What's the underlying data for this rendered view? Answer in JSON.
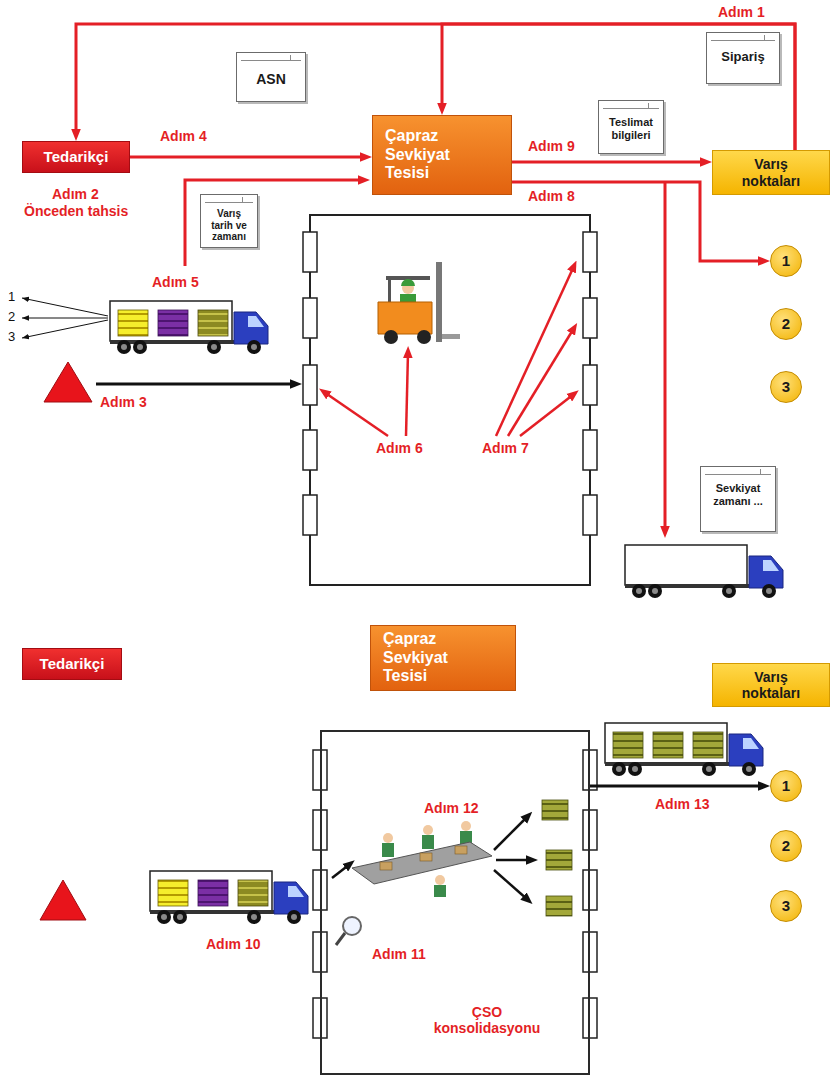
{
  "diagram": {
    "nodes": [
      {
        "text": [
          "Sipariş"
        ]
      },
      {
        "text": [
          "ASN"
        ]
      },
      {
        "text": [
          "Teslimat bilgileri"
        ]
      },
      {
        "text": [
          "Tedarikçi"
        ]
      },
      {
        "text": [
          "Çapraz Sevkiyat Tesisi"
        ]
      },
      {
        "text": [
          "Varış noktaları"
        ]
      },
      {
        "text": [
          "Varış tarih ve zamanı"
        ]
      },
      {
        "text": [
          "1"
        ]
      },
      {
        "text": [
          "2"
        ]
      },
      {
        "text": [
          "3"
        ]
      },
      {
        "text": [
          "Sevkiyat zamanı ..."
        ]
      },
      {
        "text": [
          "Tedarikçi"
        ]
      },
      {
        "text": [
          "Çapraz Sevkiyat Tesisi"
        ]
      },
      {
        "text": [
          "Varış noktaları"
        ]
      },
      {
        "text": [
          "ÇSO konsolidasyonu"
        ]
      },
      {
        "text": [
          "1"
        ]
      },
      {
        "text": [
          "2"
        ]
      },
      {
        "text": [
          "3"
        ]
      }
    ],
    "edges": [
      {
        "from": 5,
        "to": 3,
        "label": "Adım 1",
        "arrow": "to"
      },
      {
        "from": 5,
        "to": 4,
        "arrow": "to"
      },
      {
        "from": 3,
        "to": 4,
        "label": "Adım 4",
        "arrow": "to"
      },
      {
        "from": 4,
        "to": 5,
        "label": "Adım 9",
        "arrow": "to"
      },
      {
        "from": 4,
        "to": 7,
        "label": "Adım 8",
        "arrow": "to"
      },
      {
        "from": 14,
        "to": 15,
        "label": "Adım 13",
        "arrow": "to"
      }
    ],
    "labels": [
      "Adım 2",
      "Önceden tahsis",
      "Adım 5",
      "1",
      "2",
      "3",
      "Adım 3",
      "Adım 6",
      "Adım 7",
      "Adım 12",
      "Adım 10",
      "Adım 11"
    ]
  }
}
